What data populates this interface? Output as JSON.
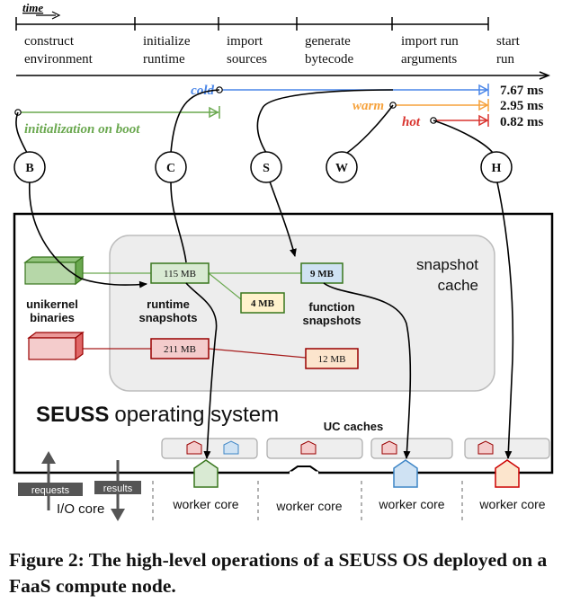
{
  "timeline": {
    "time_label": "time",
    "phases": [
      "construct environment",
      "initialize runtime",
      "import sources",
      "generate bytecode",
      "import run arguments",
      "start run"
    ]
  },
  "starts": {
    "cold": {
      "label": "cold",
      "time": "7.67 ms",
      "color": "#4a86e8"
    },
    "warm": {
      "label": "warm",
      "time": "2.95 ms",
      "color": "#f6a23c"
    },
    "hot": {
      "label": "hot",
      "time": "0.82 ms",
      "color": "#d9332e"
    },
    "boot": {
      "label": "initialization on boot",
      "color": "#6aa84f"
    }
  },
  "nodes": [
    "B",
    "C",
    "S",
    "W",
    "H"
  ],
  "os": {
    "title_bold": "SEUSS",
    "title_rest": "operating system",
    "snapshot_cache": [
      "snapshot",
      "cache"
    ],
    "unikernel_binaries": [
      "unikernel",
      "binaries"
    ],
    "runtime_snapshots": [
      "runtime",
      "snapshots"
    ],
    "function_snapshots": [
      "function",
      "snapshots"
    ],
    "uc_caches": "UC caches",
    "boxes": {
      "rt_green": "115 MB",
      "fn_blue": "9 MB",
      "small_yellow": "4 MB",
      "rt_red": "211 MB",
      "fn_red": "12 MB"
    }
  },
  "bottom": {
    "requests": "requests",
    "results": "results",
    "io_core": "I/O core",
    "worker_core": "worker core"
  },
  "caption": "Figure 2: The high-level operations of a SEUSS OS deployed on a FaaS compute node."
}
